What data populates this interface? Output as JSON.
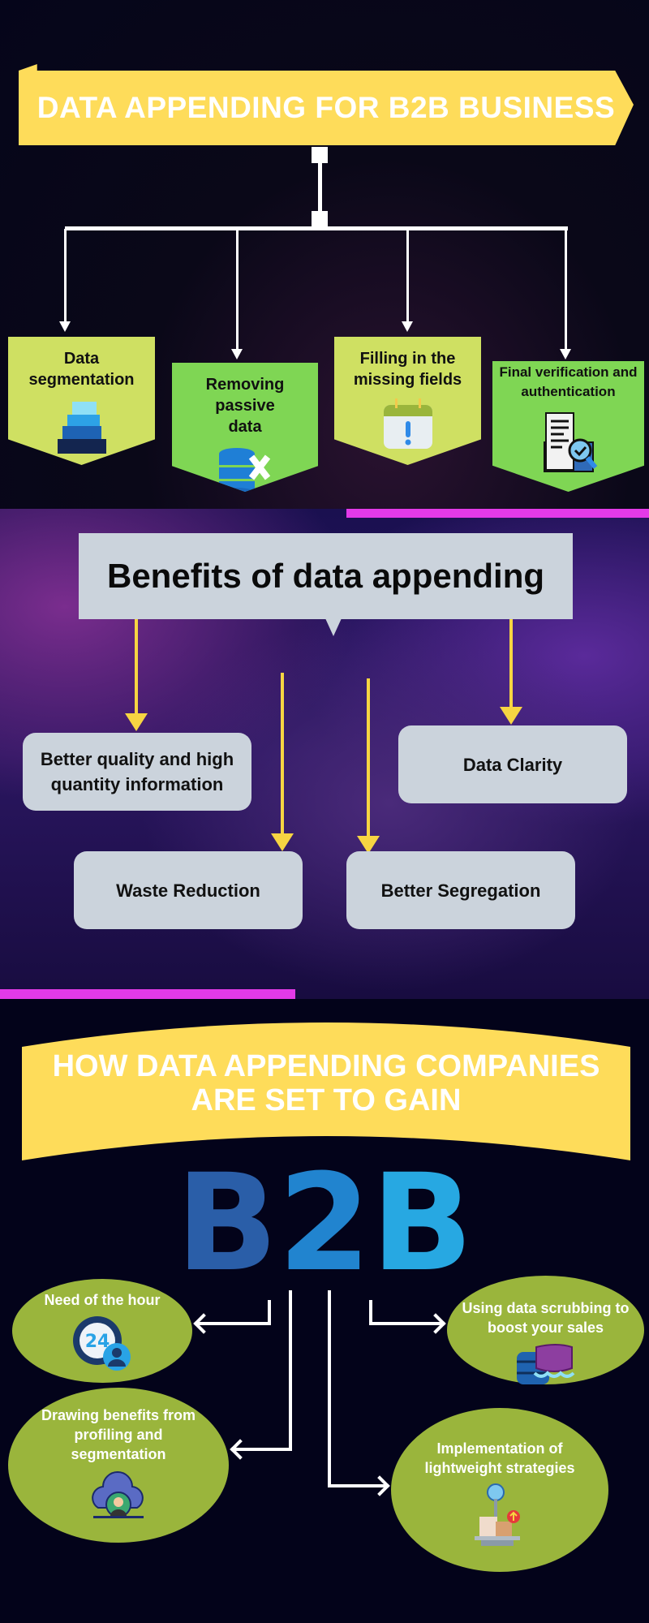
{
  "header": {
    "title": "DATA APPENDING FOR B2B BUSINESS"
  },
  "steps": [
    {
      "label": "Data segmentation",
      "icon": "layered-database-icon"
    },
    {
      "label": "Removing passive data",
      "icon": "database-delete-icon"
    },
    {
      "label": "Filling in the missing fields",
      "icon": "calendar-alert-icon"
    },
    {
      "label": "Final verification and authentication",
      "icon": "document-verify-icon"
    }
  ],
  "benefits": {
    "title": "Benefits of data appending",
    "items": [
      "Better quality and high quantity information",
      "Data Clarity",
      "Waste Reduction",
      "Better Segregation"
    ]
  },
  "gain": {
    "title_line1": "HOW DATA APPENDING COMPANIES",
    "title_line2": "ARE SET TO GAIN",
    "logo": "B2B",
    "items": [
      {
        "label": "Need of the hour",
        "icon": "24-hour-support-icon"
      },
      {
        "label": "Using data scrubbing to boost your sales",
        "icon": "data-scrubbing-icon"
      },
      {
        "label": "Drawing benefits from profiling and segmentation",
        "icon": "cloud-profile-icon"
      },
      {
        "label": "Implementation of lightweight strategies",
        "icon": "weight-scale-icon"
      }
    ]
  },
  "colors": {
    "yellow": "#fedc5a",
    "magenta": "#e33ae8",
    "step_light": "#cfe062",
    "step_green": "#7fd654",
    "ellipse": "#9ab53c",
    "box_gray": "#cbd3dc"
  }
}
